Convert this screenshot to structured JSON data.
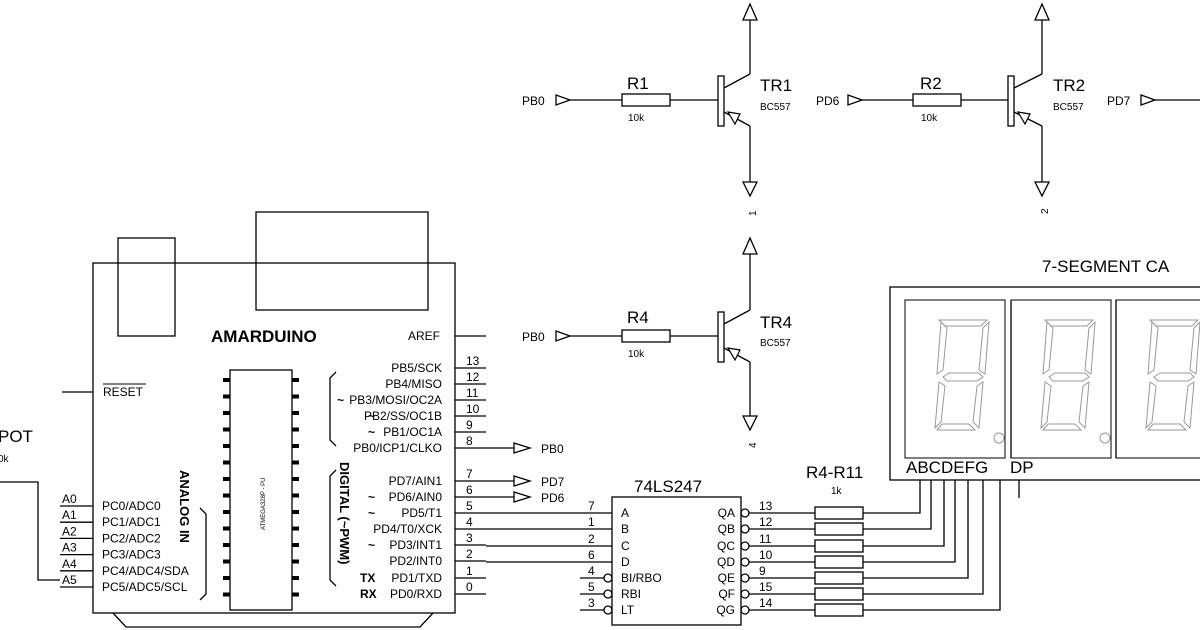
{
  "transistors": [
    {
      "input_port": "PB0",
      "resistor": "R1",
      "resistor_value": "10k",
      "name": "TR1",
      "model": "BC557",
      "ground_num": "1"
    },
    {
      "input_port": "PD6",
      "resistor": "R2",
      "resistor_value": "10k",
      "name": "TR2",
      "model": "BC557",
      "ground_num": "2"
    },
    {
      "input_port": "PB0",
      "resistor": "R4",
      "resistor_value": "10k",
      "name": "TR4",
      "model": "BC557",
      "ground_num": "4"
    }
  ],
  "third_port": "PD7",
  "pot": {
    "label": "POT",
    "value": "0k"
  },
  "arduino": {
    "title": "AMARDUINO",
    "chip": "ATMEGA328P - PU",
    "aref": "AREF",
    "reset": "RESET",
    "analog_label": "ANALOG IN",
    "digital_label": "DIGITAL (~PWM)",
    "analog_pins": [
      {
        "outer": "A0",
        "name": "PC0/ADC0"
      },
      {
        "outer": "A1",
        "name": "PC1/ADC1"
      },
      {
        "outer": "A2",
        "name": "PC2/ADC2"
      },
      {
        "outer": "A3",
        "name": "PC3/ADC3"
      },
      {
        "outer": "A4",
        "name": "PC4/ADC4/SDA"
      },
      {
        "outer": "A5",
        "name": "PC5/ADC5/SCL"
      }
    ],
    "digital_pins": [
      {
        "name": "PB5/SCK",
        "num": "13",
        "mark": ""
      },
      {
        "name": "PB4/MISO",
        "num": "12",
        "mark": ""
      },
      {
        "name": "PB3/MOSI/OC2A",
        "num": "11",
        "mark": "~"
      },
      {
        "name": "PB2/SS/OC1B",
        "num": "10",
        "mark": "~"
      },
      {
        "name": "PB1/OC1A",
        "num": "9",
        "mark": "~"
      },
      {
        "name": "PB0/ICP1/CLKO",
        "num": "8",
        "mark": ""
      },
      {
        "name": "PD7/AIN1",
        "num": "7",
        "mark": ""
      },
      {
        "name": "PD6/AIN0",
        "num": "6",
        "mark": "~"
      },
      {
        "name": "PD5/T1",
        "num": "5",
        "mark": "~"
      },
      {
        "name": "PD4/T0/XCK",
        "num": "4",
        "mark": ""
      },
      {
        "name": "PD3/INT1",
        "num": "3",
        "mark": "~"
      },
      {
        "name": "PD2/INT0",
        "num": "2",
        "mark": ""
      },
      {
        "name": "PD1/TXD",
        "num": "1",
        "mark": "TX"
      },
      {
        "name": "PD0/RXD",
        "num": "0",
        "mark": "RX"
      }
    ],
    "out_ports": [
      "PB0",
      "PD7",
      "PD6"
    ]
  },
  "decoder": {
    "name": "74LS247",
    "inputs": [
      {
        "label": "A",
        "num": "7"
      },
      {
        "label": "B",
        "num": "1"
      },
      {
        "label": "C",
        "num": "2"
      },
      {
        "label": "D",
        "num": "6"
      },
      {
        "label": "BI/RBO",
        "num": "4"
      },
      {
        "label": "RBI",
        "num": "5"
      },
      {
        "label": "LT",
        "num": "3"
      }
    ],
    "outputs": [
      {
        "label": "QA",
        "num": "13"
      },
      {
        "label": "QB",
        "num": "12"
      },
      {
        "label": "QC",
        "num": "11"
      },
      {
        "label": "QD",
        "num": "10"
      },
      {
        "label": "QE",
        "num": "9"
      },
      {
        "label": "QF",
        "num": "15"
      },
      {
        "label": "QG",
        "num": "14"
      }
    ]
  },
  "resistor_array": {
    "name": "R4-R11",
    "value": "1k"
  },
  "display": {
    "name": "7-SEGMENT CA",
    "seg_label": "ABCDEFG",
    "dp_label": "DP"
  }
}
